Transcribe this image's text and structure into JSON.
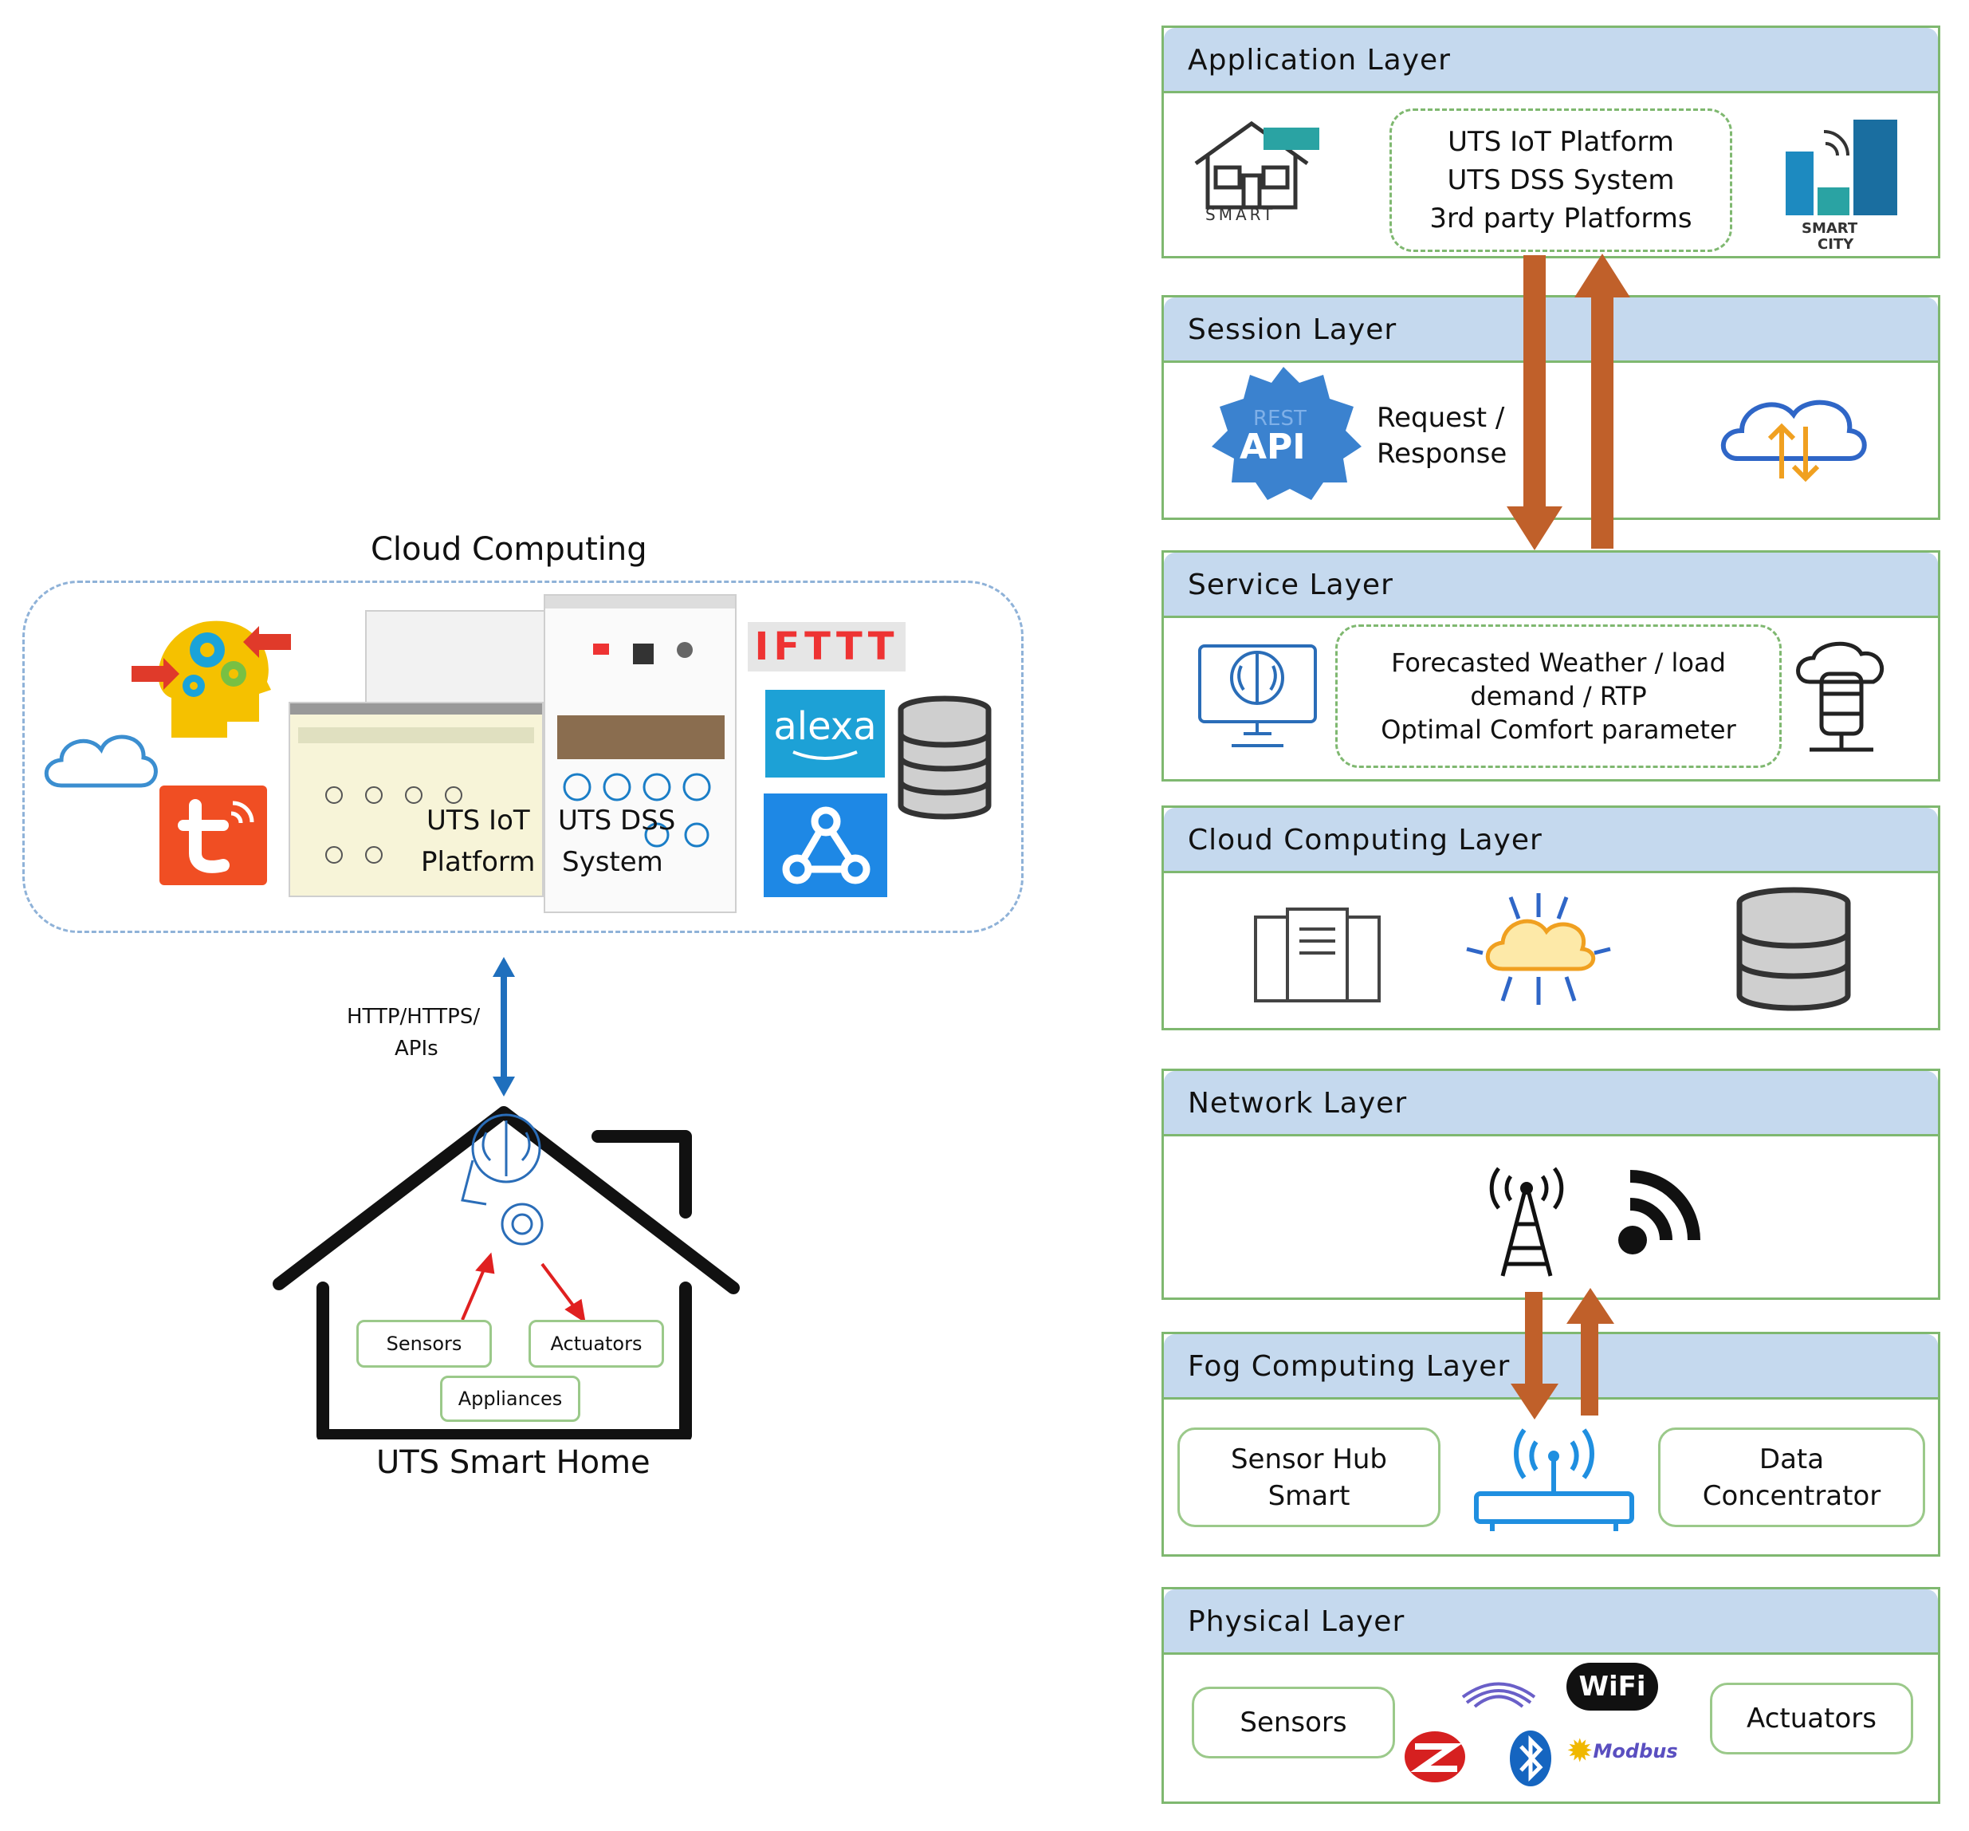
{
  "left": {
    "cloud_title": "Cloud Computing",
    "platform_label_1": "UTS IoT",
    "platform_label_2": "Platform",
    "dss_label_1": "UTS DSS",
    "dss_label_2": "System",
    "alexa_text": "alexa",
    "ifttt_text": "IFTTT",
    "protocol_label_1": "HTTP/HTTPS/",
    "protocol_label_2": "APIs",
    "home_items": [
      "Sensors",
      "Actuators",
      "Appliances"
    ],
    "home_title": "UTS Smart Home"
  },
  "layers": {
    "application": {
      "title": "Application  Layer",
      "items": [
        "UTS IoT Platform",
        "UTS DSS System",
        "3rd party Platforms"
      ],
      "smart_label": "SMART",
      "smart_city_label_1": "SMART",
      "smart_city_label_2": "CITY"
    },
    "session": {
      "title": "Session Layer",
      "api_label": "API",
      "rest_label": "REST",
      "text_1": "Request /",
      "text_2": "Response"
    },
    "service": {
      "title": "Service Layer",
      "text_1": "Forecasted Weather / load",
      "text_2": "demand / RTP",
      "text_3": "Optimal Comfort parameter"
    },
    "cloud": {
      "title": "Cloud Computing Layer"
    },
    "network": {
      "title": "Network Layer"
    },
    "fog": {
      "title": "Fog Computing Layer",
      "left_1": "Sensor Hub",
      "left_2": "Smart",
      "right_1": "Data",
      "right_2": "Concentrator"
    },
    "physical": {
      "title": "Physical Layer",
      "left": "Sensors",
      "right": "Actuators",
      "wifi_label": "WiFi",
      "modbus_label": "Modbus"
    }
  },
  "colors": {
    "layer_border": "#7fb870",
    "layer_header": "#c5d9ee",
    "arrow_brown": "#c0602a",
    "arrow_blue": "#1f6fbd",
    "alexa_blue": "#1da1d6",
    "tuya_orange": "#f04e23"
  }
}
